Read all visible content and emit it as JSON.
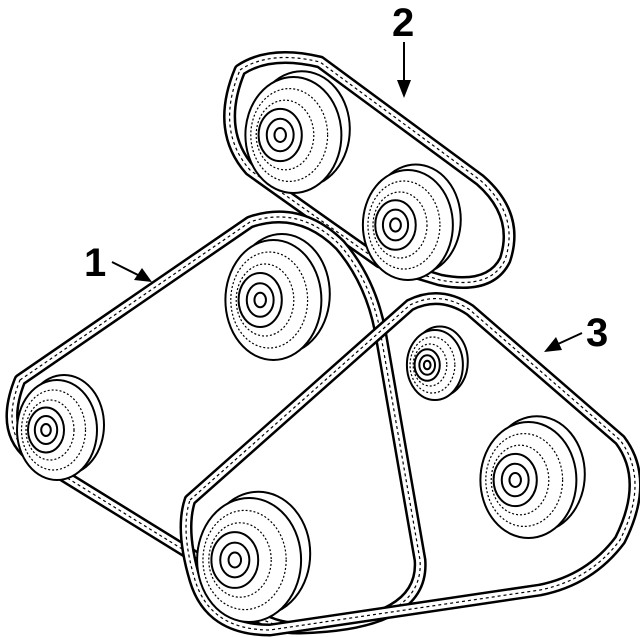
{
  "callouts": [
    {
      "number": "1",
      "item": "belt-1"
    },
    {
      "number": "2",
      "item": "belt-2"
    },
    {
      "number": "3",
      "item": "belt-3"
    }
  ]
}
